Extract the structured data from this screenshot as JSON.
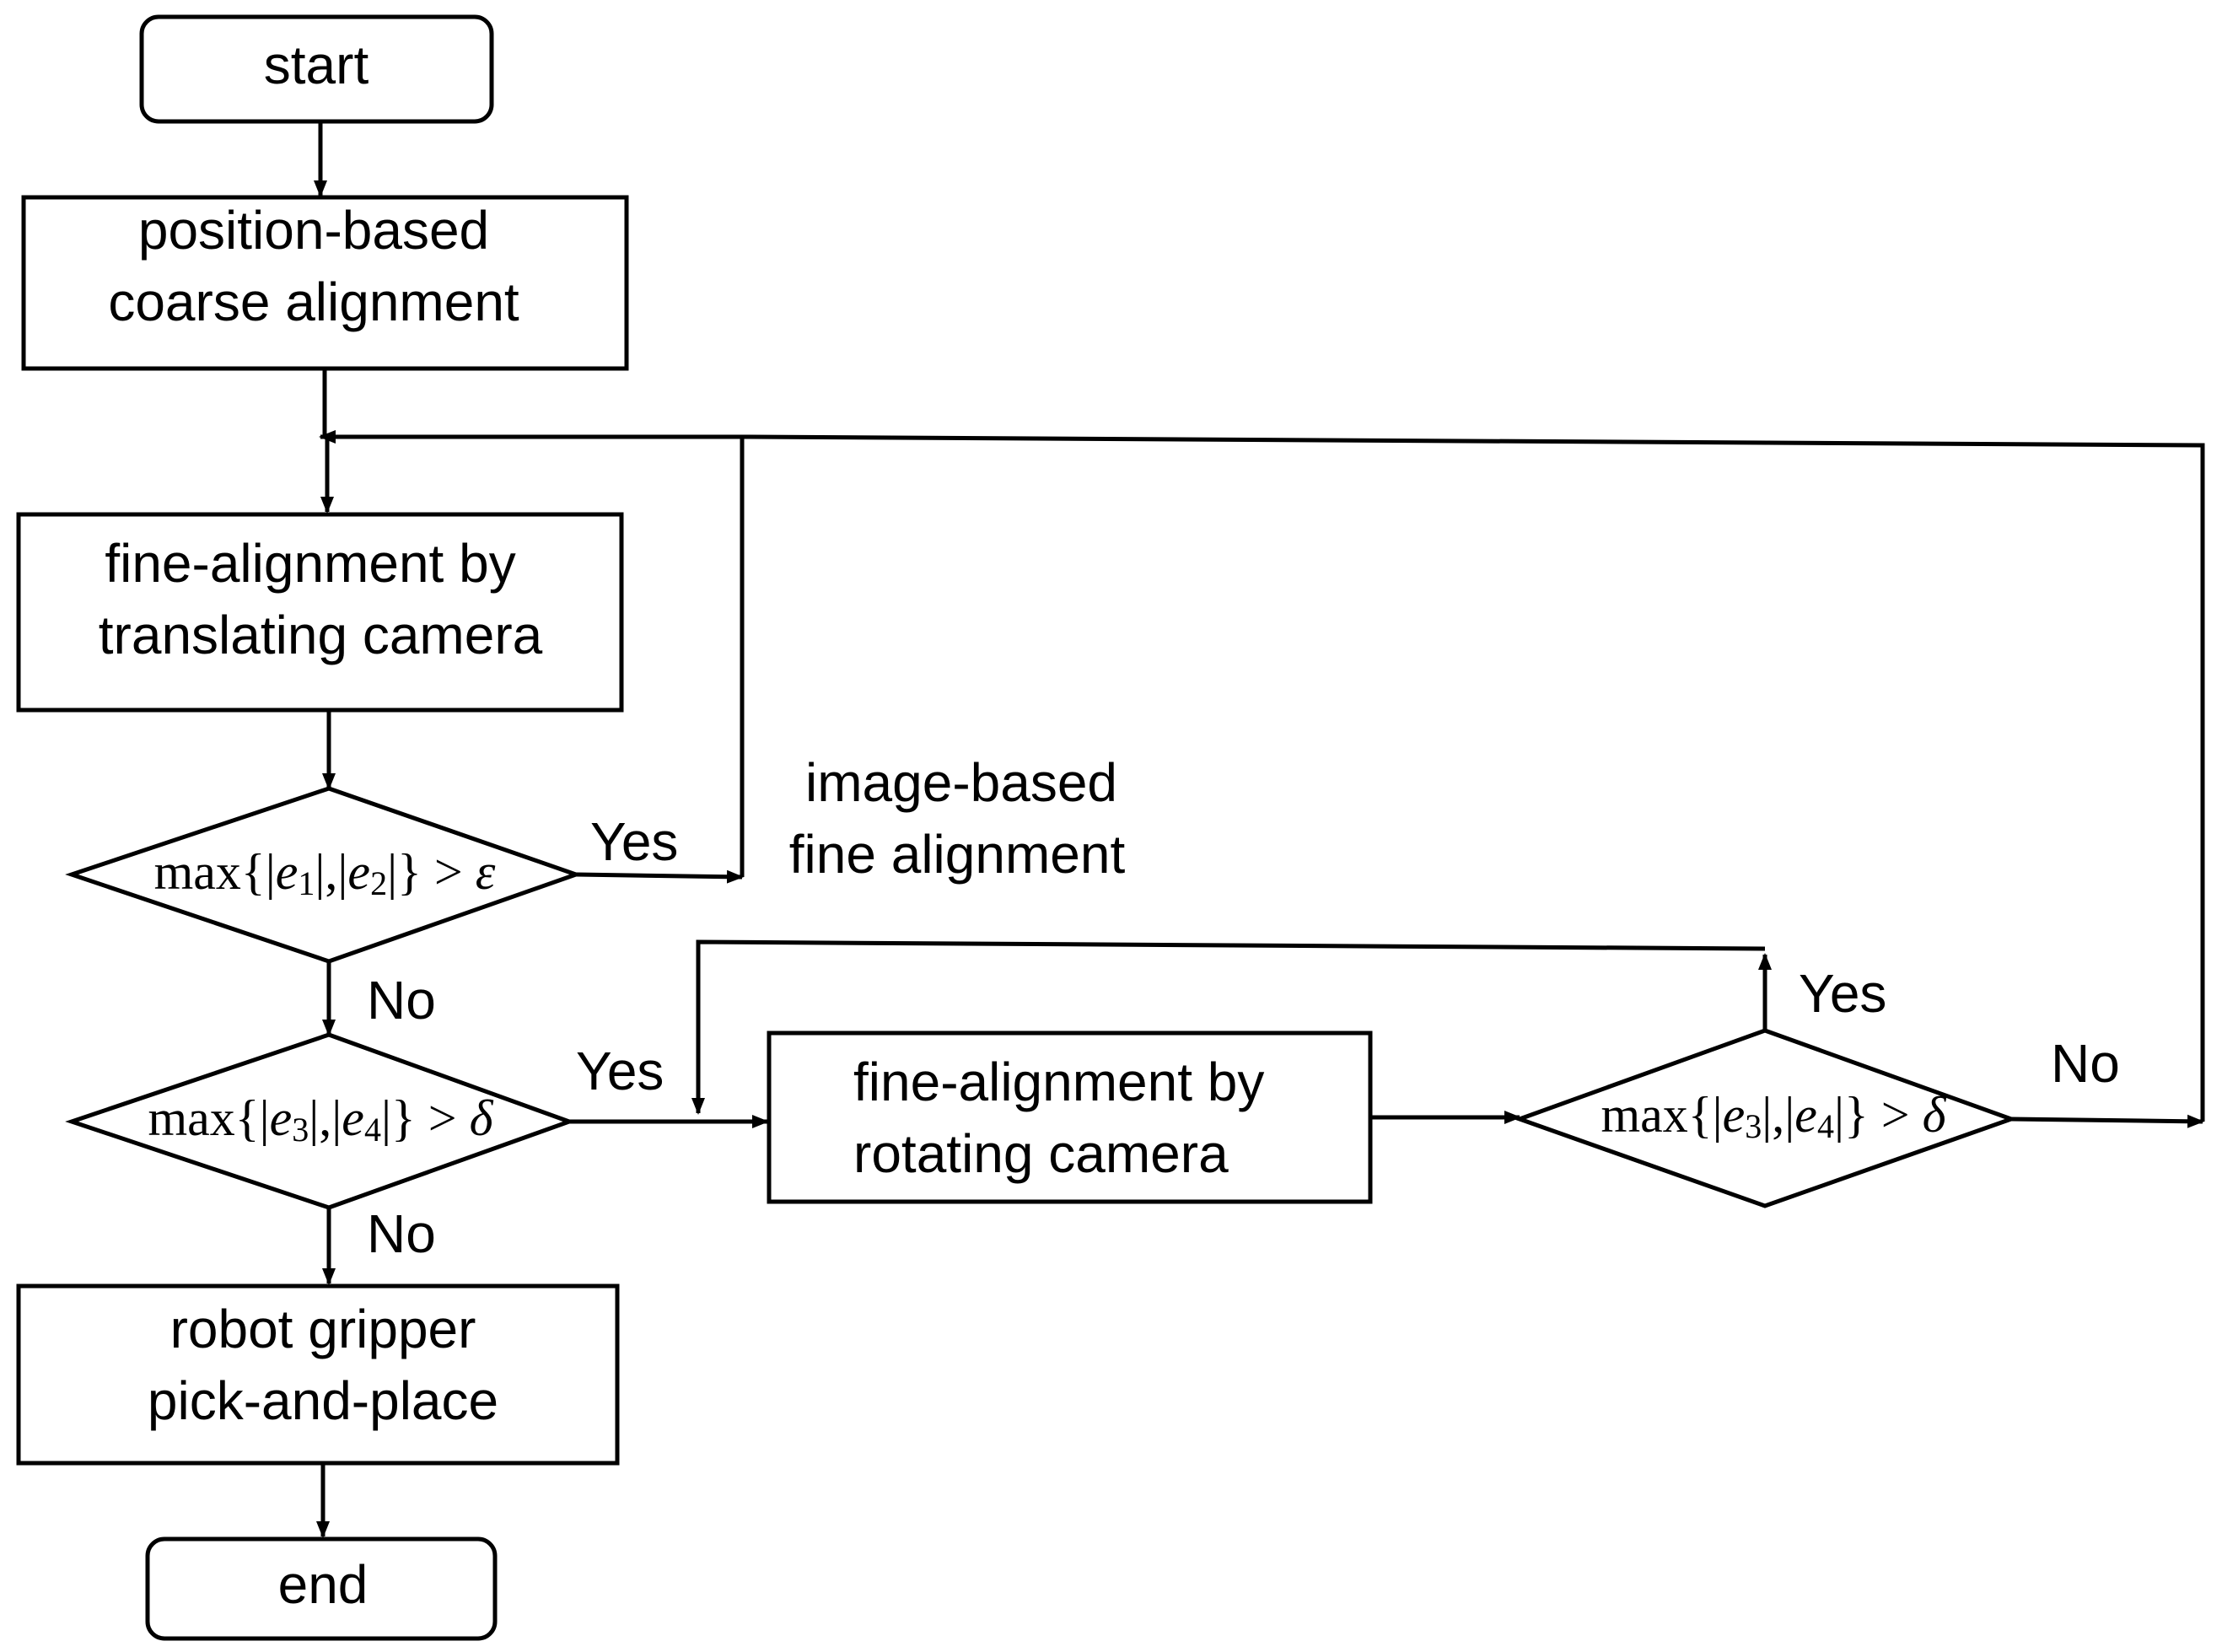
{
  "nodes": {
    "start": {
      "label": "start"
    },
    "coarse": {
      "line1": "position-based",
      "line2": "coarse alignment"
    },
    "translate": {
      "line1": "fine-alignment by",
      "line2": "translating camera"
    },
    "decision1": {
      "prefix": "max{|",
      "v1": "e",
      "s1": "1",
      "mid": "|,|",
      "v2": "e",
      "s2": "2",
      "suffix": "|} > ",
      "sym": "ε"
    },
    "decision2": {
      "prefix": "max{|",
      "v1": "e",
      "s1": "3",
      "mid": "|,|",
      "v2": "e",
      "s2": "4",
      "suffix": "|} > ",
      "sym": "δ"
    },
    "rotate": {
      "line1": "fine-alignment by",
      "line2": "rotating camera"
    },
    "decision3": {
      "prefix": "max{|",
      "v1": "e",
      "s1": "3",
      "mid": "|,|",
      "v2": "e",
      "s2": "4",
      "suffix": "|} > ",
      "sym": "δ"
    },
    "gripper": {
      "line1": "robot gripper",
      "line2": "pick-and-place"
    },
    "end": {
      "label": "end"
    }
  },
  "annotation": {
    "line1": "image-based",
    "line2": "fine alignment"
  },
  "edge_labels": {
    "d1_yes": "Yes",
    "d1_no": "No",
    "d2_yes": "Yes",
    "d2_no": "No",
    "d3_yes": "Yes",
    "d3_no": "No"
  }
}
